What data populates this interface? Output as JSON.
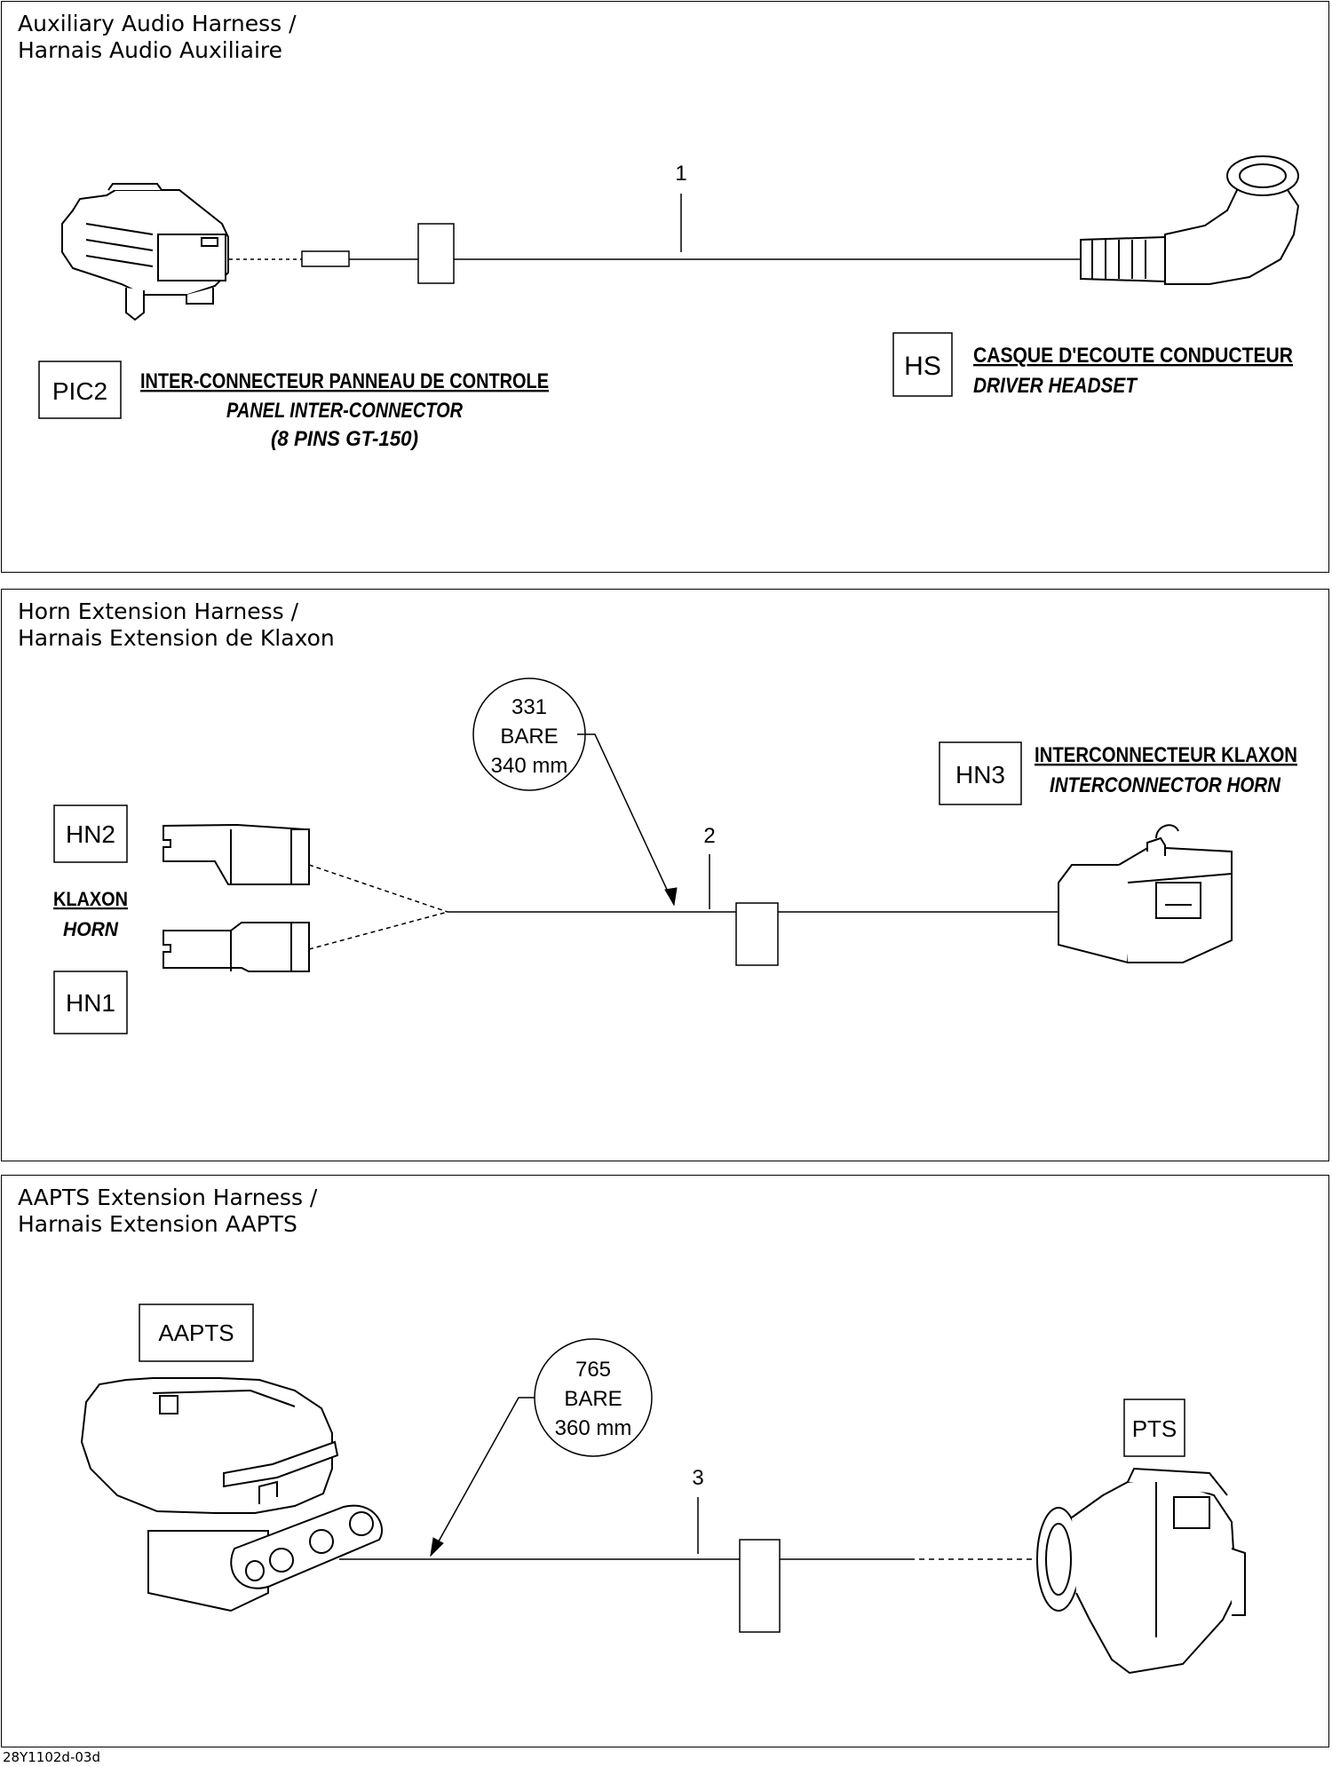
{
  "footer_code": "28Y1102d-03d",
  "panels": [
    {
      "title_line1": "Auxiliary Audio Harness /",
      "title_line2": "Harnais Audio Auxiliaire",
      "item_number": "1",
      "left_code": "PIC2",
      "left_desc_fr": "INTER-CONNECTEUR PANNEAU DE CONTROLE",
      "left_desc_en": "PANEL INTER-CONNECTOR",
      "left_desc_pins": "(8 PINS GT-150)",
      "right_code": "HS",
      "right_desc_fr": "CASQUE D'ECOUTE CONDUCTEUR",
      "right_desc_en": "DRIVER HEADSET"
    },
    {
      "title_line1": "Horn Extension Harness /",
      "title_line2": "Harnais Extension de Klaxon",
      "item_number": "2",
      "wire_code": "331",
      "wire_type": "BARE",
      "wire_length": "340 mm",
      "code_hn2": "HN2",
      "code_hn1": "HN1",
      "horn_fr": "KLAXON",
      "horn_en": "HORN",
      "right_code": "HN3",
      "right_desc_fr": "INTERCONNECTEUR KLAXON",
      "right_desc_en": "INTERCONNECTOR HORN"
    },
    {
      "title_line1": "AAPTS Extension Harness /",
      "title_line2": "Harnais Extension AAPTS",
      "item_number": "3",
      "wire_code": "765",
      "wire_type": "BARE",
      "wire_length": "360 mm",
      "left_code": "AAPTS",
      "right_code": "PTS"
    }
  ]
}
